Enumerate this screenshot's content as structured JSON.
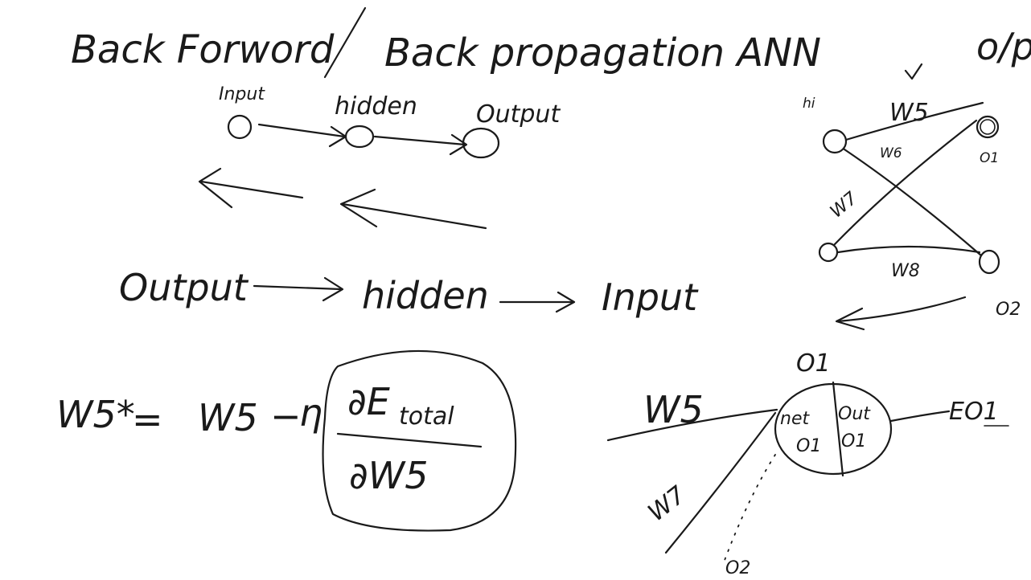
{
  "title": {
    "part1": "Back Forword",
    "part2": "Back propagation ANN",
    "right": "o/p"
  },
  "forward_chain": {
    "input": "Input",
    "hidden": "hidden",
    "output": "Output"
  },
  "backward_chain": {
    "output": "Output",
    "hidden": "hidden",
    "input": "Input"
  },
  "network": {
    "hidden_label": "hi",
    "weights": [
      "W5",
      "W6",
      "W7",
      "W8"
    ],
    "outputs": [
      "O1",
      "O2"
    ]
  },
  "formula": {
    "lhs": "W5*",
    "equals": "=",
    "w5": "W5",
    "minus": "−",
    "eta": "η",
    "numerator": "∂E",
    "subscript": "total",
    "denominator": "∂W5"
  },
  "neuron": {
    "top": "O1",
    "w5": "W5",
    "w7": "W7",
    "net_top": "net",
    "net_bottom": "O1",
    "out_top": "Out",
    "out_bottom": "O1",
    "error": "EO1",
    "dotted_label": "O2"
  }
}
